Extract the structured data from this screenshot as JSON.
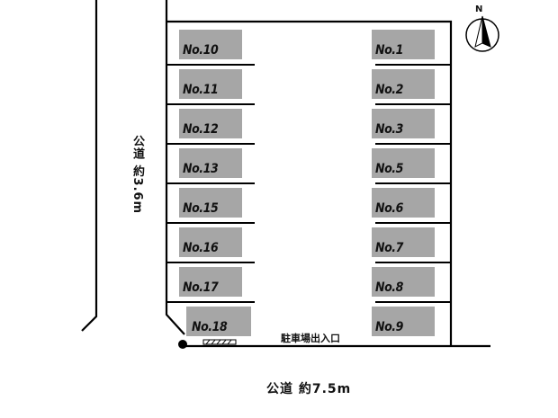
{
  "spaces_left": [
    {
      "label": "No.10"
    },
    {
      "label": "No.11"
    },
    {
      "label": "No.12"
    },
    {
      "label": "No.13"
    },
    {
      "label": "No.15"
    },
    {
      "label": "No.16"
    },
    {
      "label": "No.17"
    },
    {
      "label": "No.18"
    }
  ],
  "spaces_right": [
    {
      "label": "No.1"
    },
    {
      "label": "No.2"
    },
    {
      "label": "No.3"
    },
    {
      "label": "No.5"
    },
    {
      "label": "No.6"
    },
    {
      "label": "No.7"
    },
    {
      "label": "No.8"
    },
    {
      "label": "No.9"
    }
  ],
  "roads": {
    "left": "公道 約3.6m",
    "bottom": "公道 約7.5m"
  },
  "entrance_label": "駐車場出入口",
  "compass_label": "N",
  "colors": {
    "space_fill": "#a6a6a6",
    "line": "#000000"
  }
}
